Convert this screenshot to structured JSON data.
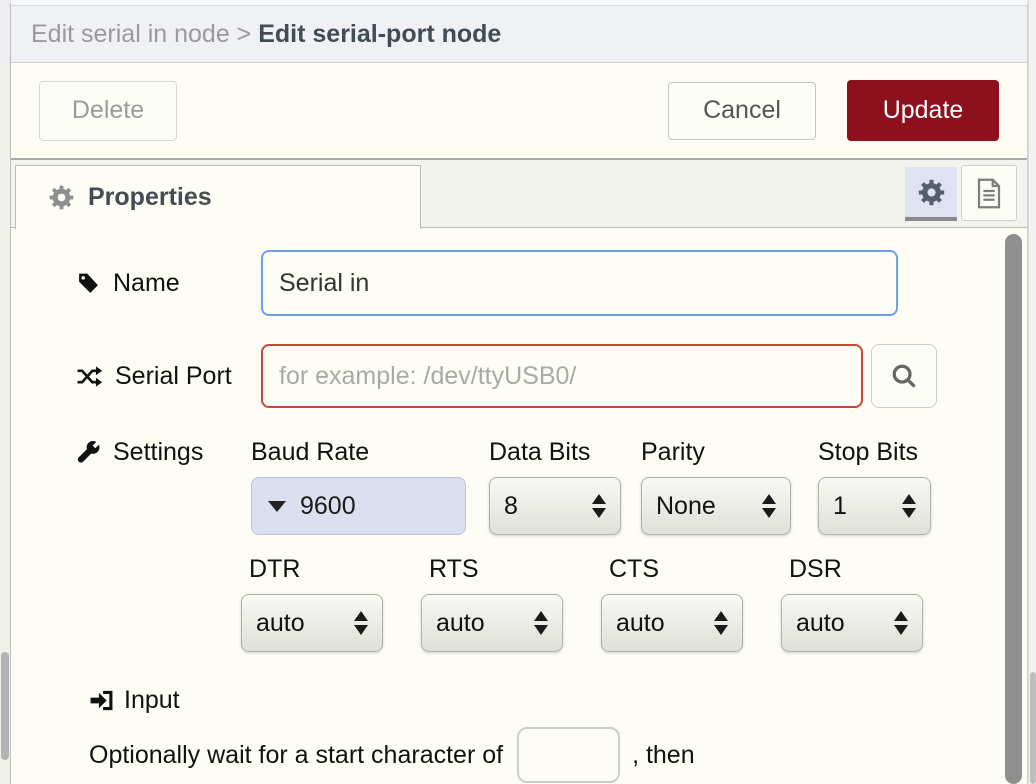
{
  "header": {
    "breadcrumb_parent": "Edit serial in node",
    "separator": " > ",
    "breadcrumb_current": "Edit serial-port node"
  },
  "toolbar": {
    "delete_label": "Delete",
    "cancel_label": "Cancel",
    "update_label": "Update"
  },
  "tabs": {
    "properties_label": "Properties"
  },
  "icons": {
    "tab_gear": "gear-icon",
    "node_settings": "gear-icon",
    "description": "document-icon",
    "name": "tag-icon",
    "serial_port": "shuffle-icon",
    "settings": "wrench-icon",
    "input": "sign-in-icon",
    "search": "magnifier-icon"
  },
  "form": {
    "name": {
      "label": "Name",
      "value": "Serial in"
    },
    "serial_port": {
      "label": "Serial Port",
      "placeholder": "for example: /dev/ttyUSB0/"
    },
    "settings": {
      "label": "Settings",
      "fields": [
        {
          "header": "Baud Rate",
          "value": "9600",
          "control": "dropdown"
        },
        {
          "header": "Data Bits",
          "value": "8",
          "control": "select"
        },
        {
          "header": "Parity",
          "value": "None",
          "control": "select"
        },
        {
          "header": "Stop Bits",
          "value": "1",
          "control": "select"
        }
      ],
      "signals": [
        {
          "header": "DTR",
          "value": "auto"
        },
        {
          "header": "RTS",
          "value": "auto"
        },
        {
          "header": "CTS",
          "value": "auto"
        },
        {
          "header": "DSR",
          "value": "auto"
        }
      ]
    },
    "input_section": {
      "label": "Input",
      "wait_text": "Optionally wait for a start character of",
      "start_char_value": "",
      "after_text": ", then"
    }
  },
  "colors": {
    "update_button_bg": "#8C111D",
    "name_focus_border": "#6f9fe8",
    "serial_error_border": "#c9473a",
    "baud_dropdown_bg": "#dbe0f0",
    "tab_selected_icon_bg": "#dfe3f1"
  }
}
